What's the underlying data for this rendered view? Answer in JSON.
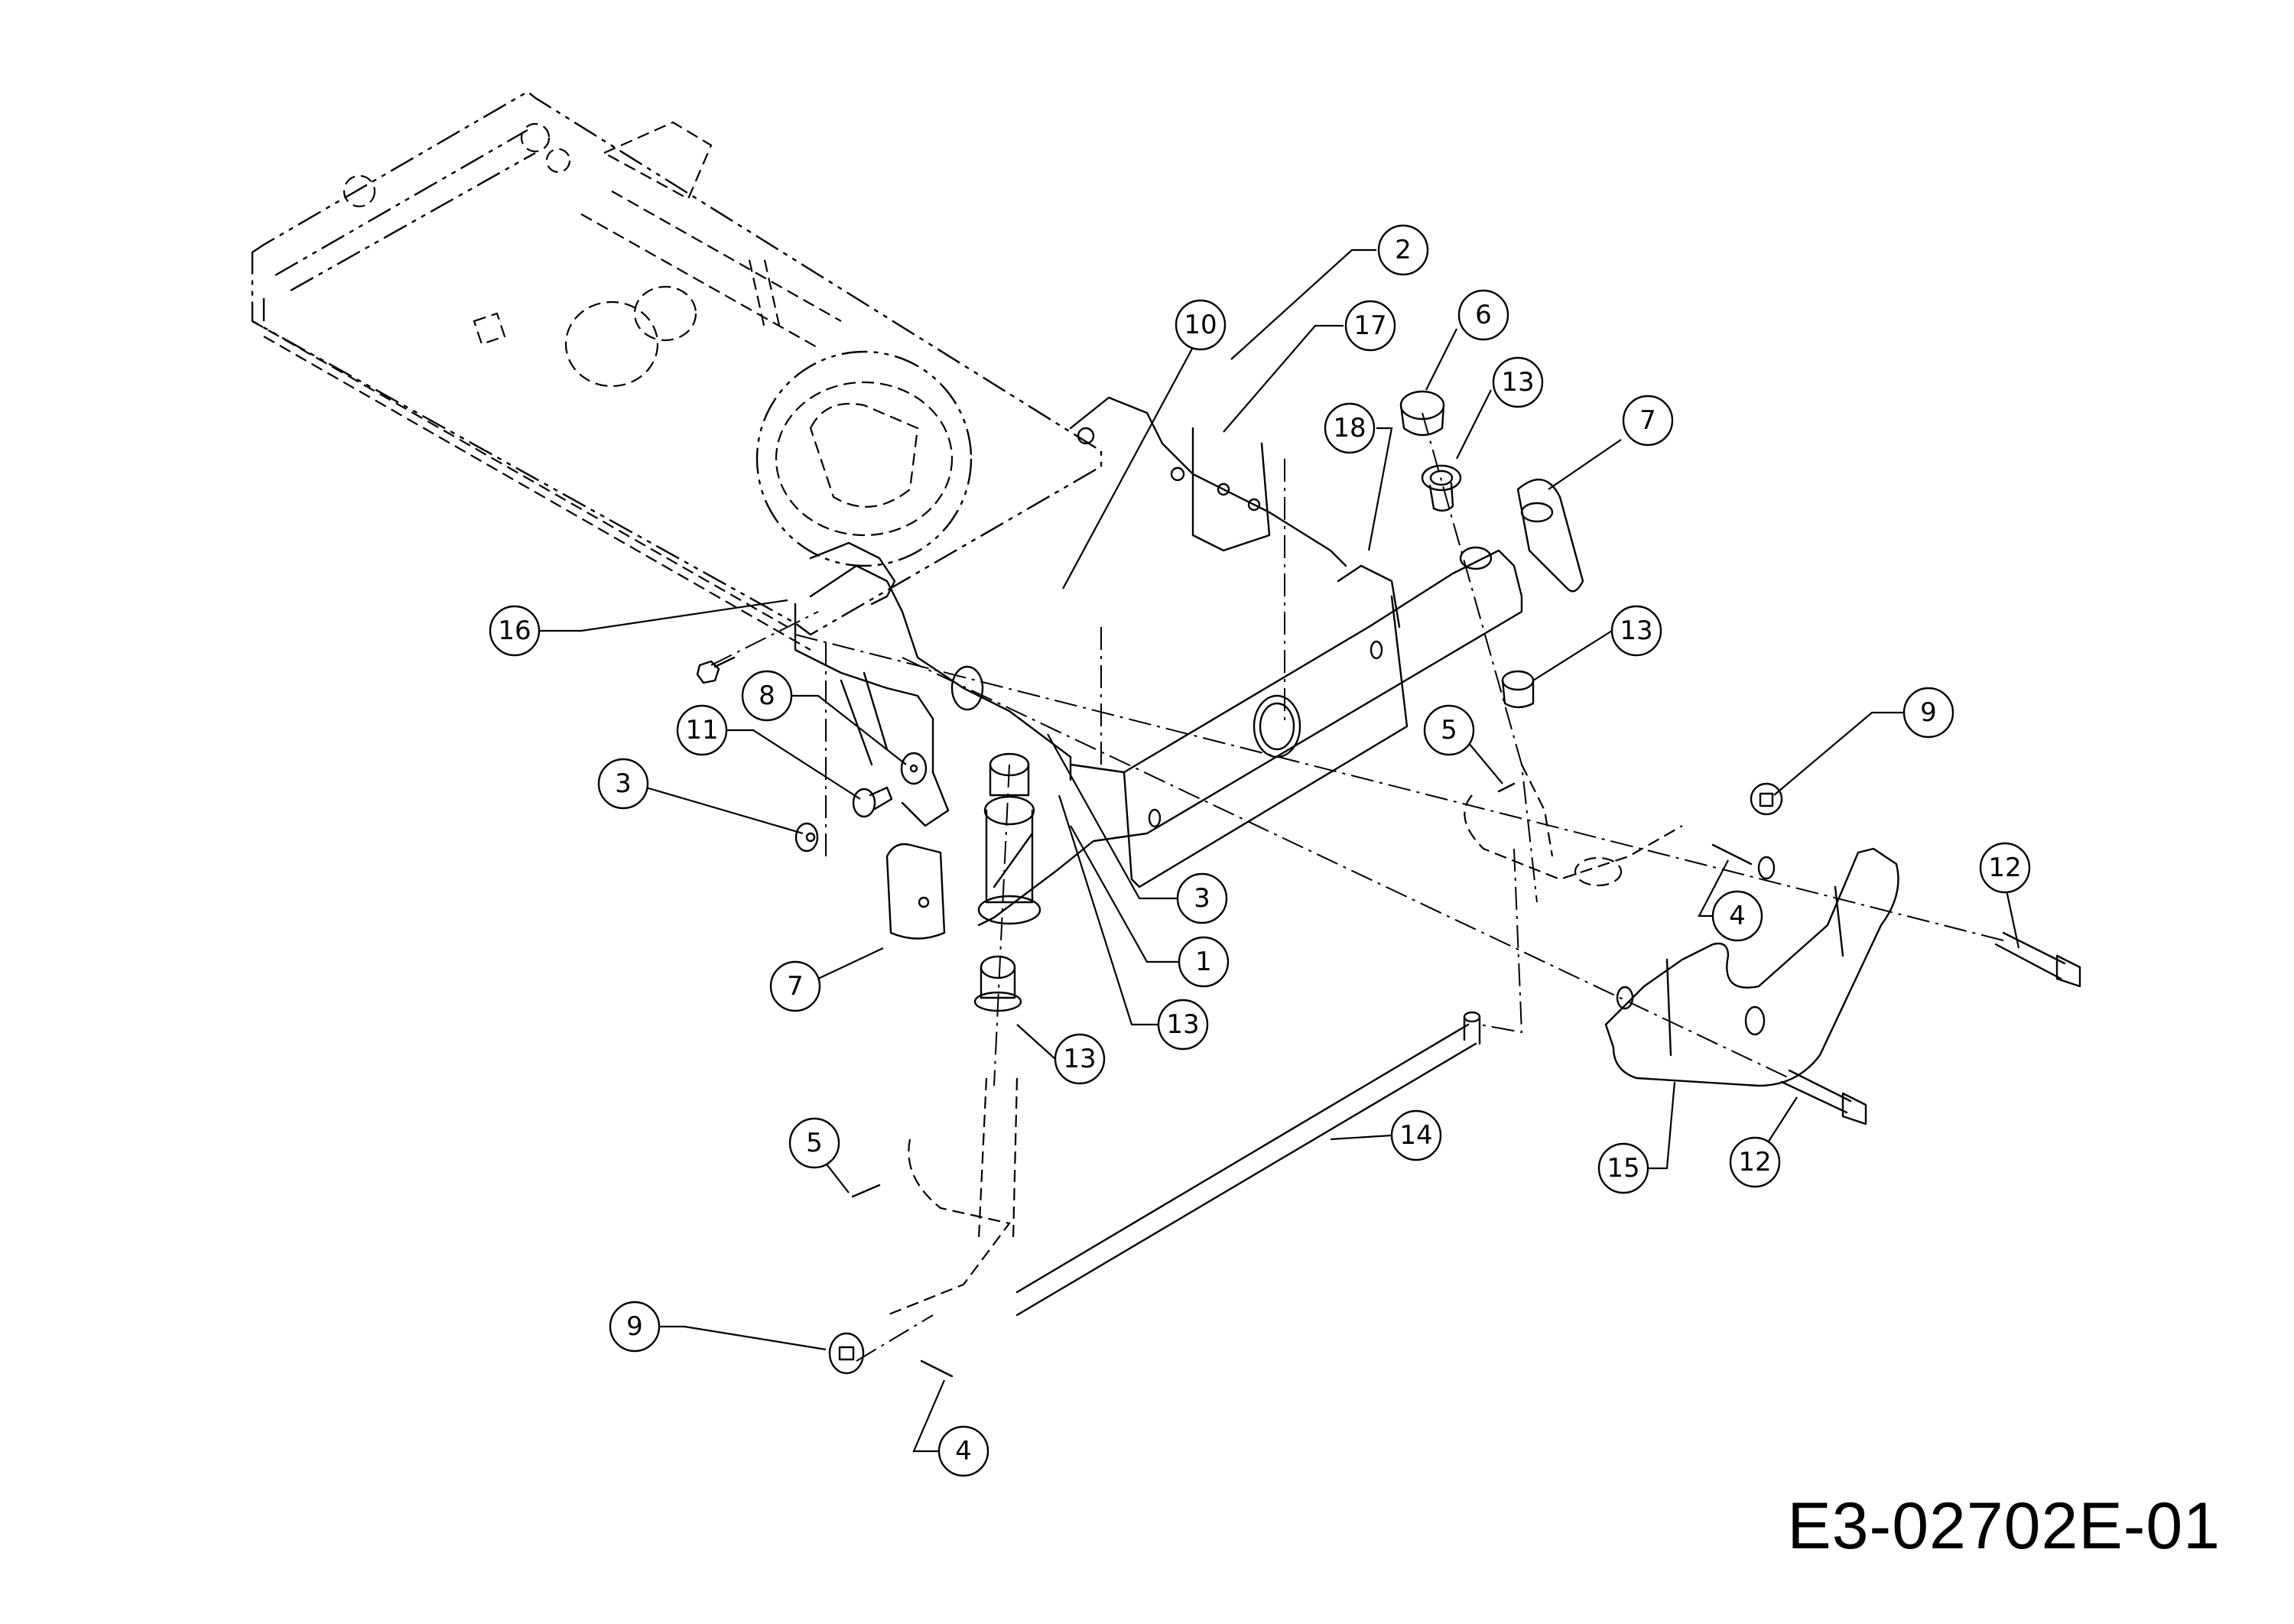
{
  "diagram": {
    "drawing_number": "E3-02702E-01",
    "callouts": [
      {
        "id": "c2",
        "label": "2"
      },
      {
        "id": "c17",
        "label": "17"
      },
      {
        "id": "c10",
        "label": "10"
      },
      {
        "id": "c6",
        "label": "6"
      },
      {
        "id": "c13a",
        "label": "13"
      },
      {
        "id": "c7a",
        "label": "7"
      },
      {
        "id": "c18",
        "label": "18"
      },
      {
        "id": "c16",
        "label": "16"
      },
      {
        "id": "c13b",
        "label": "13"
      },
      {
        "id": "c8",
        "label": "8"
      },
      {
        "id": "c11",
        "label": "11"
      },
      {
        "id": "c5a",
        "label": "5"
      },
      {
        "id": "c9a",
        "label": "9"
      },
      {
        "id": "c3a",
        "label": "3"
      },
      {
        "id": "c3b",
        "label": "3"
      },
      {
        "id": "c12a",
        "label": "12"
      },
      {
        "id": "c4a",
        "label": "4"
      },
      {
        "id": "c1",
        "label": "1"
      },
      {
        "id": "c7b",
        "label": "7"
      },
      {
        "id": "c13c",
        "label": "13"
      },
      {
        "id": "c13d",
        "label": "13"
      },
      {
        "id": "c14",
        "label": "14"
      },
      {
        "id": "c15",
        "label": "15"
      },
      {
        "id": "c12b",
        "label": "12"
      },
      {
        "id": "c5b",
        "label": "5"
      },
      {
        "id": "c9b",
        "label": "9"
      },
      {
        "id": "c4b",
        "label": "4"
      }
    ]
  }
}
